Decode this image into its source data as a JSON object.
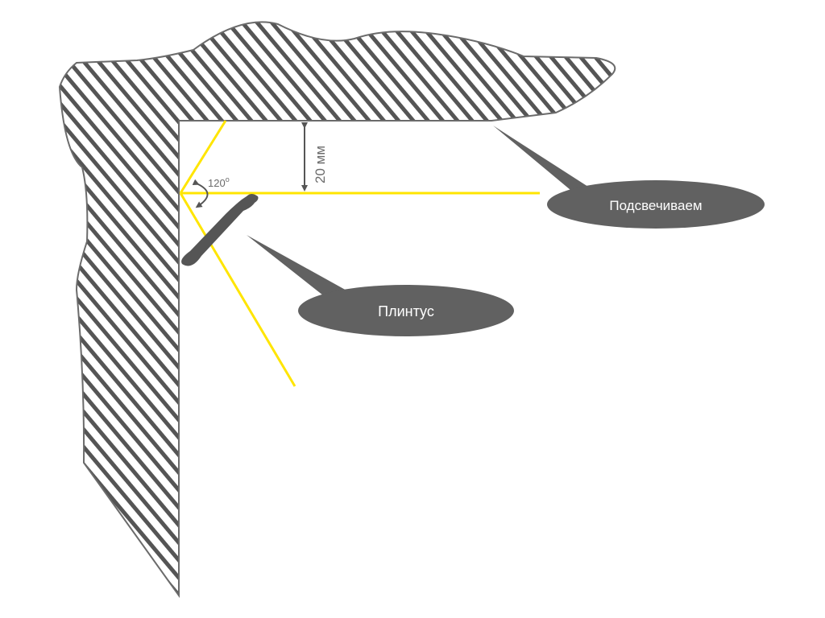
{
  "labels": {
    "dimension": "20 мм",
    "angle": "120",
    "angle_unit": "o",
    "callout_light": "Подсвечиваем",
    "callout_plinth": "Плинтус"
  },
  "colors": {
    "background": "#ffffff",
    "wall_outline": "#6b6b6b",
    "hatch": "#555555",
    "light_ray": "#ffe500",
    "callout_fill": "#616161",
    "callout_text": "#ffffff",
    "arrow": "#555555",
    "plinth": "#555555"
  }
}
